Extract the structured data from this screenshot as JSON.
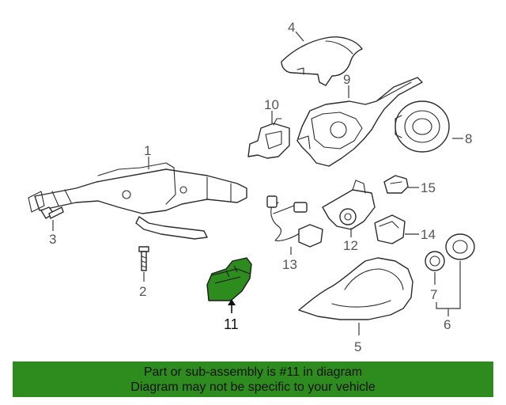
{
  "callouts": [
    {
      "id": "1",
      "label": "1"
    },
    {
      "id": "2",
      "label": "2"
    },
    {
      "id": "3",
      "label": "3"
    },
    {
      "id": "4",
      "label": "4"
    },
    {
      "id": "5",
      "label": "5"
    },
    {
      "id": "6",
      "label": "6"
    },
    {
      "id": "7",
      "label": "7"
    },
    {
      "id": "8",
      "label": "8"
    },
    {
      "id": "9",
      "label": "9"
    },
    {
      "id": "10",
      "label": "10"
    },
    {
      "id": "11",
      "label": "11"
    },
    {
      "id": "12",
      "label": "12"
    },
    {
      "id": "13",
      "label": "13"
    },
    {
      "id": "14",
      "label": "14"
    },
    {
      "id": "15",
      "label": "15"
    }
  ],
  "highlighted_part": "11",
  "colors": {
    "highlight": "#2e8b1e",
    "line": "#555555"
  },
  "banner": {
    "line1": "Part or sub-assembly is #11 in diagram",
    "line2": "Diagram may not be specific to your vehicle"
  }
}
